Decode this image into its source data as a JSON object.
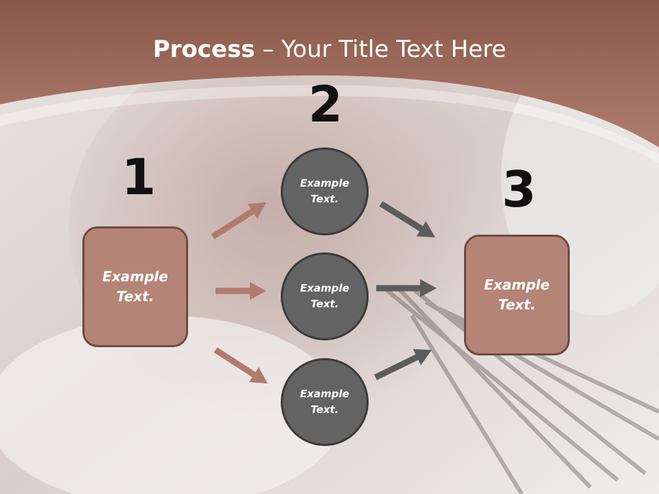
{
  "title": {
    "bold": "Process",
    "rest": " – Your Title Text Here"
  },
  "numbers": [
    "1",
    "2",
    "3"
  ],
  "left_box": {
    "text": "Example\nText."
  },
  "middle_circles": [
    {
      "text": "Example\nText."
    },
    {
      "text": "Example\nText."
    },
    {
      "text": "Example\nText."
    }
  ],
  "right_box": {
    "text": "Example\nText."
  },
  "colors": {
    "header": "#a67262",
    "box_fill": "#b48477",
    "box_border": "#6e4a40",
    "circle_fill": "#636363",
    "arrow_left": "#b07b6d",
    "arrow_right": "#5c5c5c"
  }
}
